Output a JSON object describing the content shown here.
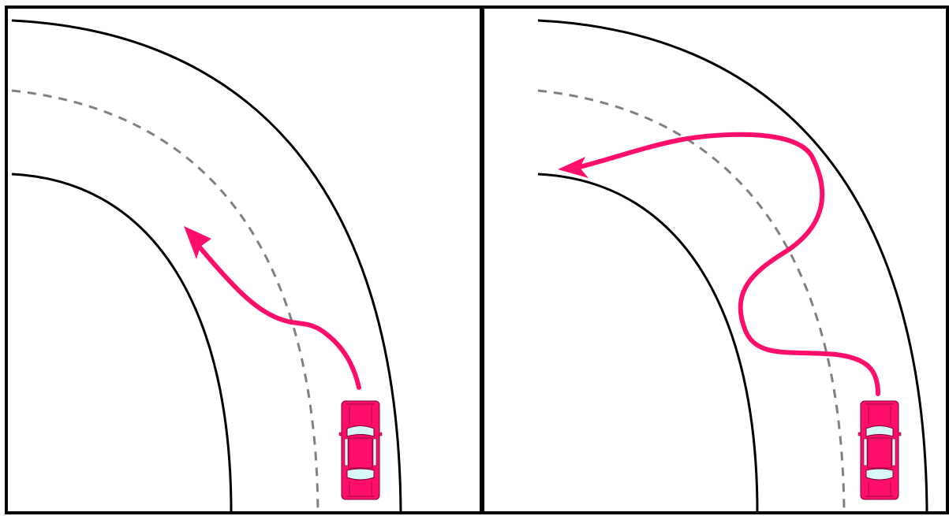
{
  "panels": [
    {
      "id": "left",
      "path_shape": "smooth-curve",
      "car_color": "#ff0f6b"
    },
    {
      "id": "right",
      "path_shape": "swerving-curve",
      "car_color": "#ff0f6b"
    }
  ],
  "colors": {
    "road_edge": "#000000",
    "center_line": "#808080",
    "trajectory": "#ff0f6b",
    "car_body": "#ff0f6b",
    "car_window": "#d8f8f8",
    "frame": "#000000"
  },
  "icons": {
    "car": "car-icon",
    "arrow": "arrowhead-icon"
  }
}
